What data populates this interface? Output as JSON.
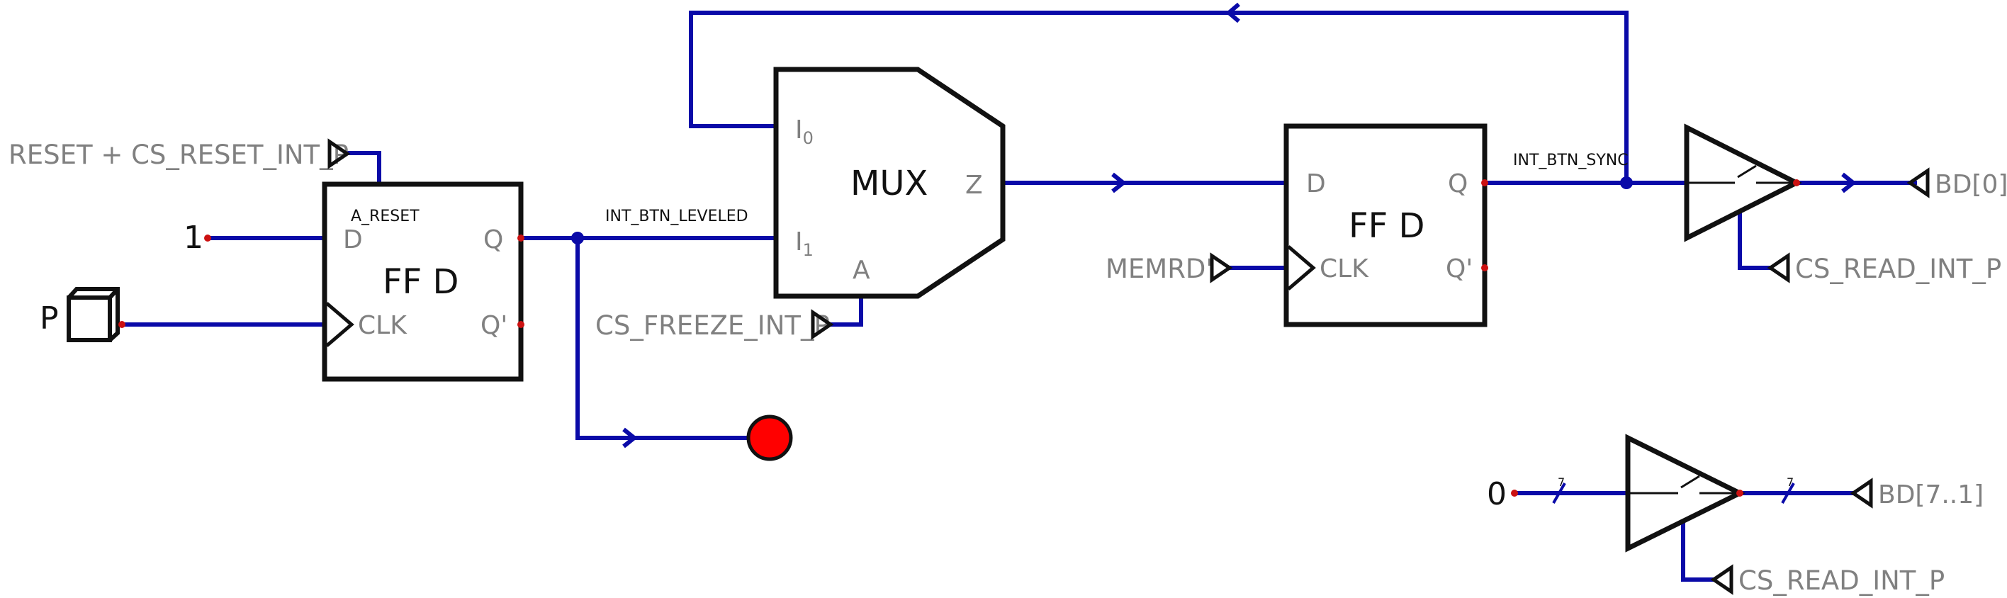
{
  "colors": {
    "wire": "#0a0aa8",
    "component_outline": "#111111",
    "pin_label": "#808080",
    "port_dot": "#cc1111",
    "led": "#ff0000"
  },
  "inputs": {
    "reset": "RESET + CS_RESET_INT_P",
    "const_one": "1",
    "button": "P",
    "freeze": "CS_FREEZE_INT_P",
    "memrd": "MEMRD'",
    "read_1": "CS_READ_INT_P",
    "read_2": "CS_READ_INT_P",
    "const_zero": "0"
  },
  "ff1": {
    "title": "FF  D",
    "attr": "A_RESET",
    "pin_d": "D",
    "pin_clk": "CLK",
    "pin_q": "Q",
    "pin_qn": "Q'"
  },
  "mux": {
    "title": "MUX",
    "pin_i0": "I",
    "pin_i0_sub": "0",
    "pin_i1": "I",
    "pin_i1_sub": "1",
    "pin_a": "A",
    "pin_z": "Z"
  },
  "ff2": {
    "title": "FF  D",
    "pin_d": "D",
    "pin_clk": "CLK",
    "pin_q": "Q",
    "pin_qn": "Q'"
  },
  "nets": {
    "leveled": "INT_BTN_LEVELED",
    "sync": "INT_BTN_SYNC"
  },
  "outputs": {
    "bd0": "BD[0]",
    "bd71": "BD[7..1]"
  },
  "bus_widths": {
    "in": "7",
    "out": "7"
  },
  "icons": {
    "button": "push-button-icon",
    "led": "led-indicator-icon",
    "buffer": "tristate-buffer-icon",
    "port": "port-triangle-icon"
  }
}
